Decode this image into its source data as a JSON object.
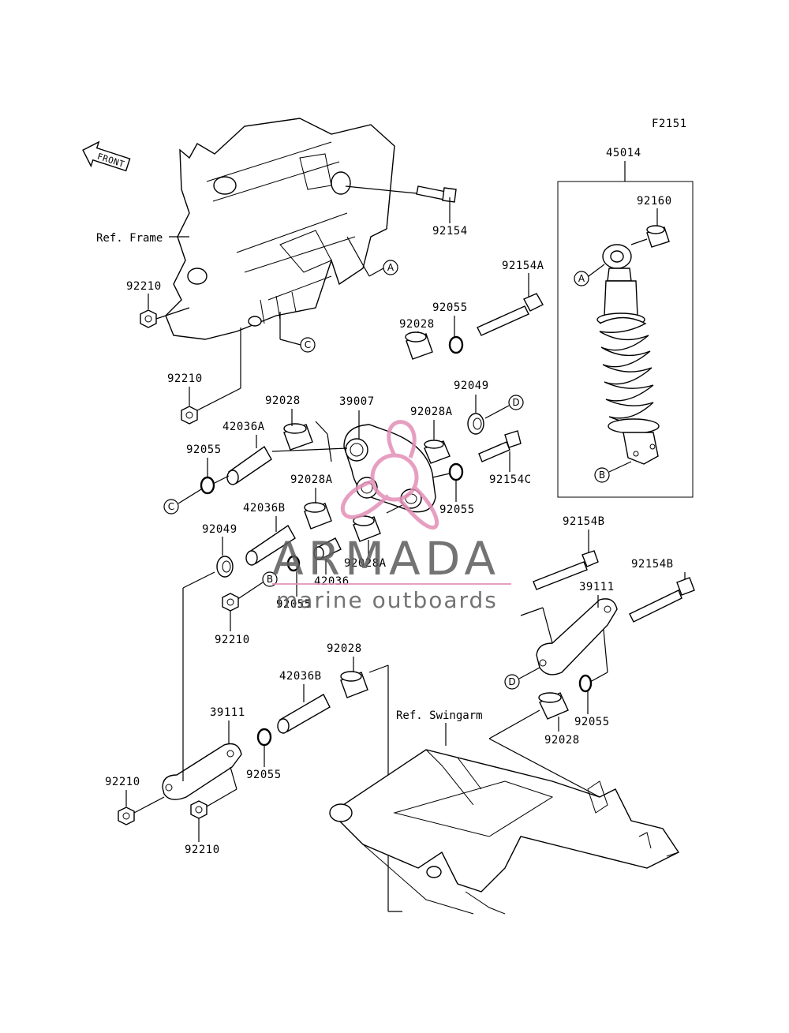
{
  "figure_code": "F2151",
  "front_label": "FRONT",
  "references": {
    "frame": "Ref. Frame",
    "swingarm": "Ref. Swingarm"
  },
  "labels": {
    "p45014": "45014",
    "p92160": "92160",
    "p92154": "92154",
    "p92154A": "92154A",
    "p92210_a": "92210",
    "p92210_b": "92210",
    "p92055_a": "92055",
    "p92028_a": "92028",
    "p92049_a": "92049",
    "p39007": "39007",
    "p92028_b": "92028",
    "p92028A_a": "92028A",
    "p42036A": "42036A",
    "p92055_b": "92055",
    "p92154C": "92154C",
    "p92028A_b": "92028A",
    "p92055_c": "92055",
    "p42036B_a": "42036B",
    "p92049_b": "92049",
    "p92028A_c": "92028A",
    "p42036": "42036",
    "p92055_d": "92055",
    "p92210_c": "92210",
    "p92154B_a": "92154B",
    "p92154B_b": "92154B",
    "p39111_a": "39111",
    "p92028_c": "92028",
    "p42036B_b": "42036B",
    "p39111_b": "39111",
    "p92055_e": "92055",
    "p92055_f": "92055",
    "p92028_d": "92028",
    "p92210_d": "92210",
    "p92210_e": "92210"
  },
  "callouts": {
    "a1": "A",
    "a2": "A",
    "b1": "B",
    "b2": "B",
    "c1": "C",
    "c2": "C",
    "d1": "D",
    "d2": "D"
  },
  "watermark": {
    "title": "ARMADA",
    "subtitle": "marine outboards",
    "accent_color": "#e38fb7",
    "text_color": "#5b5b5b"
  }
}
